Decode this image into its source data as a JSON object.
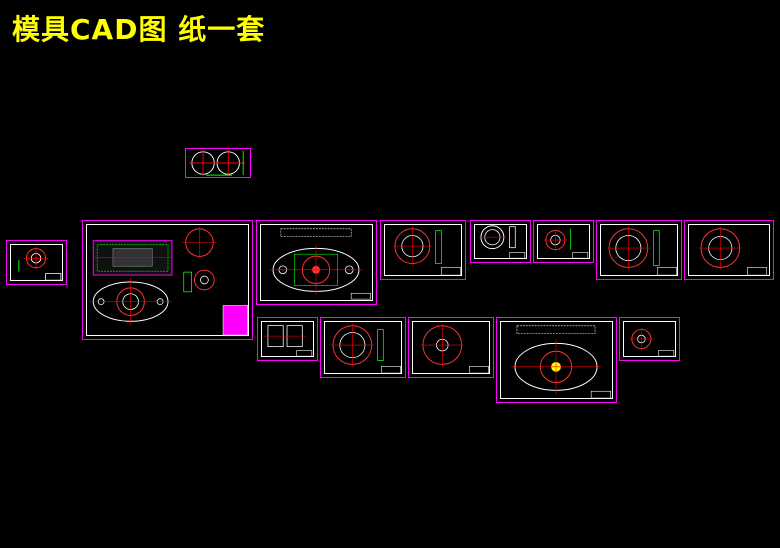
{
  "title": "模具CAD图 纸一套",
  "colors": {
    "background": "#000000",
    "title": "#ffff00",
    "frame": "#ff00ff",
    "border": "#ffffff",
    "circle": "#ff3333",
    "center_line": "#ff0000",
    "dimension": "#00ff00"
  },
  "drawings": [
    {
      "id": "top-double-circle",
      "icon": "double-circle-drawing"
    },
    {
      "id": "left-small",
      "icon": "circle-drawing"
    },
    {
      "id": "assembly-large",
      "icon": "assembly-drawing"
    },
    {
      "id": "die-plate",
      "icon": "flange-plate-drawing"
    },
    {
      "id": "ring-part-1",
      "icon": "bolt-circle-drawing"
    },
    {
      "id": "ring-part-2",
      "icon": "ring-drawing"
    },
    {
      "id": "ring-part-3",
      "icon": "small-circle-drawing"
    },
    {
      "id": "ring-part-4",
      "icon": "bolt-circle-drawing"
    },
    {
      "id": "ring-part-5",
      "icon": "bolt-circle-drawing"
    },
    {
      "id": "bushing",
      "icon": "ring-drawing"
    },
    {
      "id": "ring-part-6",
      "icon": "bolt-circle-drawing"
    },
    {
      "id": "ring-part-7",
      "icon": "bolt-circle-drawing"
    },
    {
      "id": "punch-plate",
      "icon": "flange-plate-drawing"
    },
    {
      "id": "small-part",
      "icon": "small-circle-drawing"
    }
  ]
}
